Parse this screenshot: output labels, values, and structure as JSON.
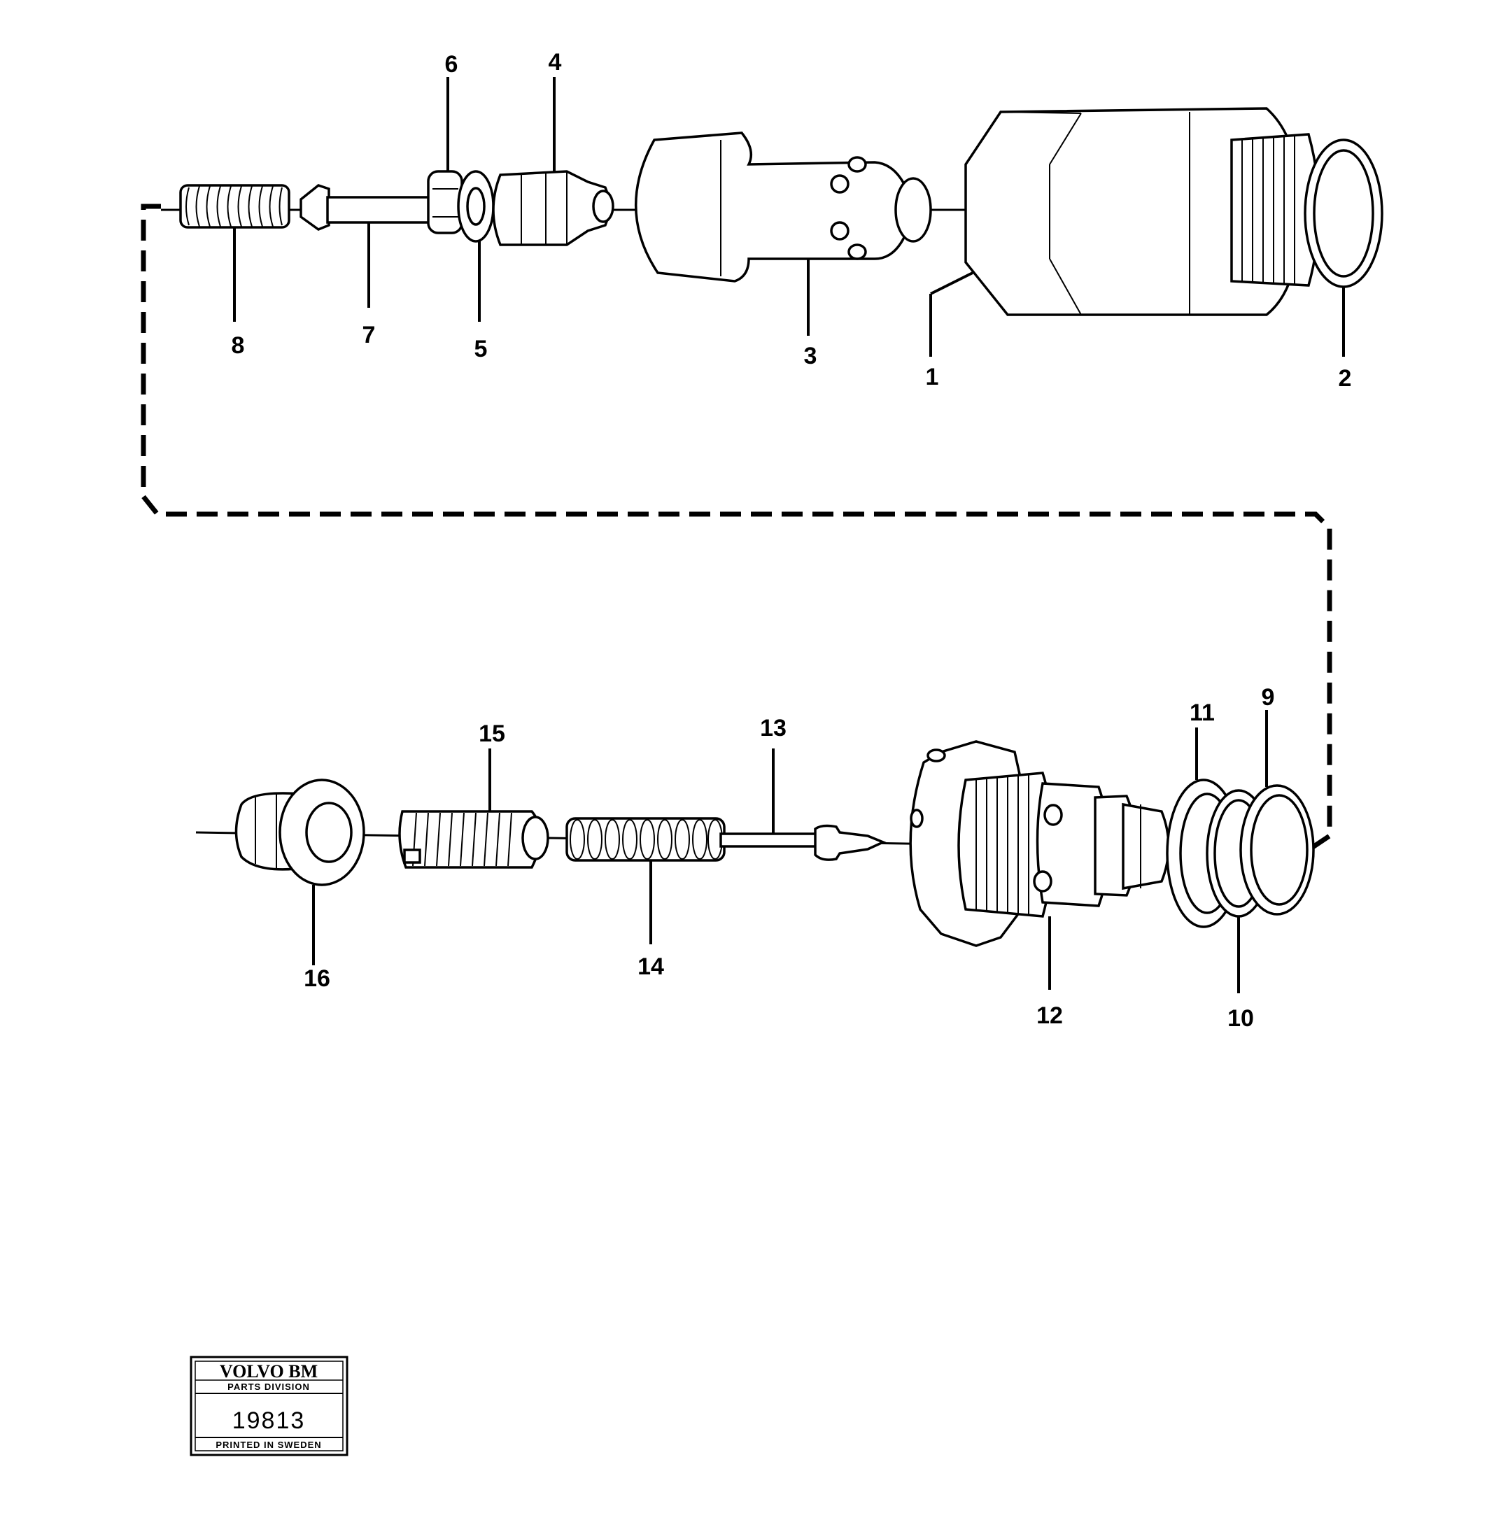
{
  "callouts": {
    "c1": "1",
    "c2": "2",
    "c3": "3",
    "c4": "4",
    "c5": "5",
    "c6": "6",
    "c7": "7",
    "c8": "8",
    "c9": "9",
    "c10": "10",
    "c11": "11",
    "c12": "12",
    "c13": "13",
    "c14": "14",
    "c15": "15",
    "c16": "16"
  },
  "stamp": {
    "brand": "VOLVO BM",
    "division": "PARTS DIVISION",
    "number": "19813",
    "printed": "PRINTED IN SWEDEN"
  }
}
